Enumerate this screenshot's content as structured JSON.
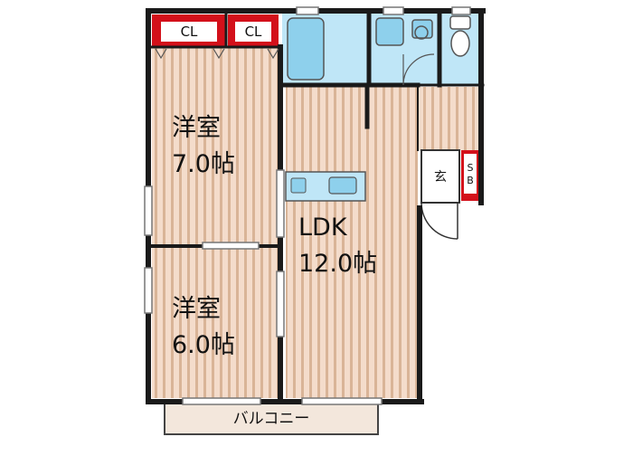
{
  "rooms": {
    "western_room_1": {
      "name": "洋室",
      "size": "7.0帖"
    },
    "western_room_2": {
      "name": "洋室",
      "size": "6.0帖"
    },
    "ldk": {
      "name": "LDK",
      "size": "12.0帖"
    }
  },
  "closets": {
    "closet_1": "CL",
    "closet_2": "CL"
  },
  "entrance": "玄",
  "shoe_box": {
    "line1": "S",
    "line2": "B"
  },
  "balcony": "バルコニー",
  "colors": {
    "floor_stripe": "#d2aa8c",
    "floor_base": "#f4dccb",
    "wall": "#1a1a1a",
    "closet_red": "#d3101a",
    "wet_area_blue": "#bfe6f7",
    "fixture_blue": "#8ed0ec",
    "balcony_fill": "#f3e7dc"
  }
}
